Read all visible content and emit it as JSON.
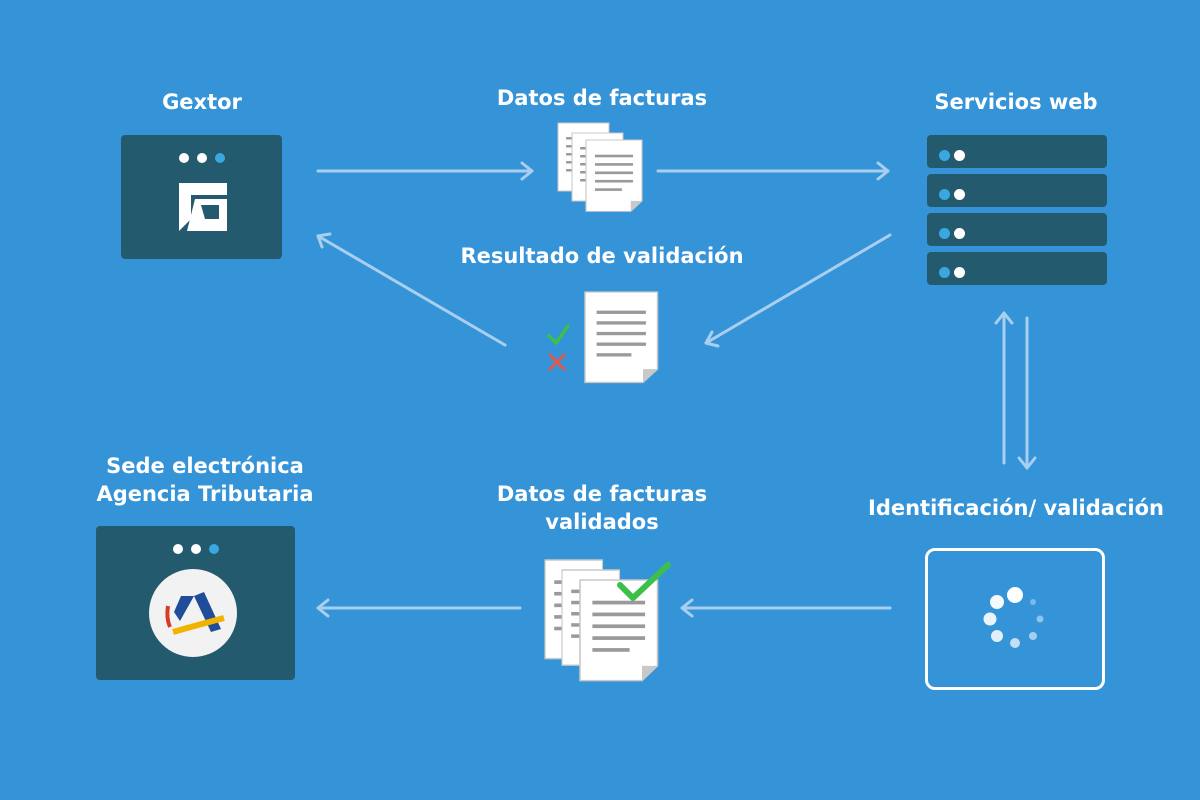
{
  "nodes": {
    "gextor": {
      "label": "Gextor"
    },
    "invoice_data": {
      "label": "Datos de facturas"
    },
    "web_services": {
      "label": "Servicios web"
    },
    "validation_result": {
      "label": "Resultado de validación"
    },
    "tax_agency": {
      "label_line1": "Sede electrónica",
      "label_line2": "Agencia Tributaria"
    },
    "validated_data": {
      "label_line1": "Datos de facturas",
      "label_line2": "validados"
    },
    "identification": {
      "label": "Identificación/ validación"
    }
  },
  "icons": {
    "gextor_logo": "gextor-logo-icon",
    "tax_agency_logo": "agencia-tributaria-logo-icon",
    "documents": "documents-icon",
    "server": "server-icon",
    "loader": "loading-spinner-icon",
    "check": "check-icon",
    "cross": "cross-icon"
  },
  "colors": {
    "background": "#3593d8",
    "panel": "#245a6e",
    "arrow": "#a9cff0",
    "accent_dot": "#3aa8e0",
    "check": "#3cc04a",
    "cross": "#e4574c"
  }
}
